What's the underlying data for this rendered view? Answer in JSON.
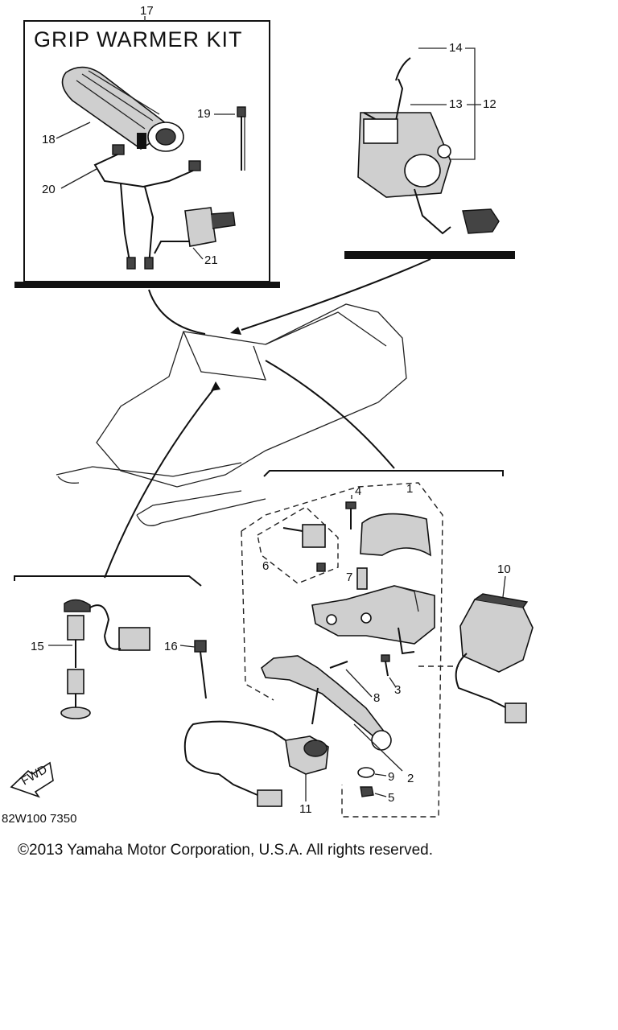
{
  "kit_title": "GRIP WARMER KIT",
  "callouts": {
    "n1": "1",
    "n2": "2",
    "n3": "3",
    "n4": "4",
    "n5": "5",
    "n6": "6",
    "n7": "7",
    "n8": "8",
    "n9": "9",
    "n10": "10",
    "n11": "11",
    "n12": "12",
    "n13": "13",
    "n14": "14",
    "n15": "15",
    "n16": "16",
    "n17": "17",
    "n18": "18",
    "n19": "19",
    "n20": "20",
    "n21": "21"
  },
  "fwd_badge": "FWD",
  "drawing_code": "82W100 7350",
  "copyright": "©2013 Yamaha Motor Corporation, U.S.A. All rights reserved."
}
